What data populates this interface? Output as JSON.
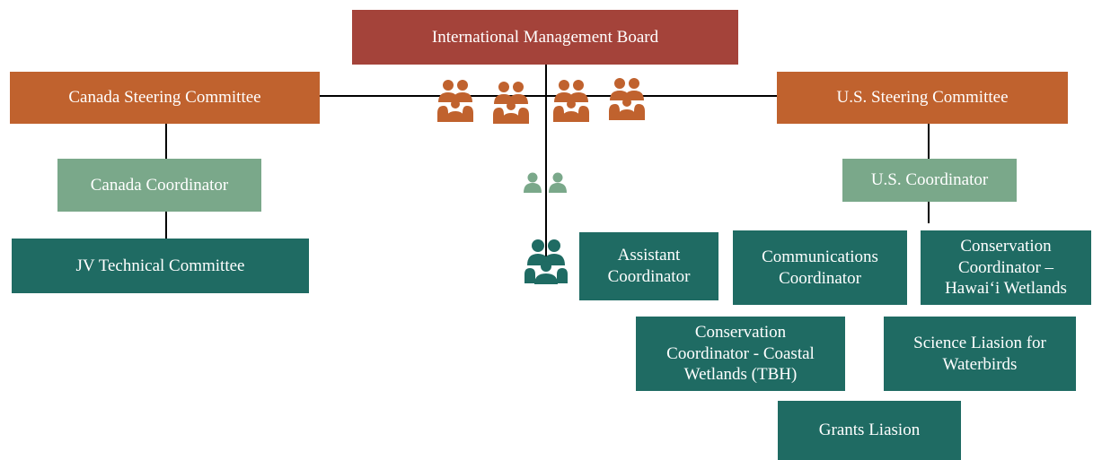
{
  "colors": {
    "board": "#a4433a",
    "steering": "#c0622e",
    "coordinator_light": "#7aa88a",
    "committee_dark": "#1f6b63",
    "icon_orange": "#c0622e",
    "icon_light": "#7aa88a",
    "icon_dark": "#1f6b63",
    "line": "#000000"
  },
  "nodes": {
    "imb": "International Management Board",
    "canada_sc": "Canada Steering Committee",
    "us_sc": "U.S. Steering Committee",
    "canada_coord": "Canada Coordinator",
    "us_coord": "U.S. Coordinator",
    "jv": "JV Technical Committee",
    "assistant": [
      "Assistant",
      "Coordinator"
    ],
    "comms": [
      "Communications",
      "Coordinator"
    ],
    "hawaii": [
      "Conservation",
      "Coordinator –",
      "Hawai‘i Wetlands"
    ],
    "coastal": [
      "Conservation",
      "Coordinator - Coastal",
      "Wetlands (TBH)"
    ],
    "science": [
      "Science Liasion for",
      "Waterbirds"
    ],
    "grants": "Grants Liasion"
  },
  "icons": {
    "group_icon": "people-group-icon",
    "pair_icon": "person-pair-icon",
    "team_icon": "team-icon"
  }
}
